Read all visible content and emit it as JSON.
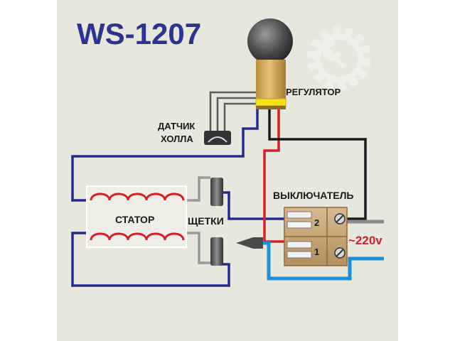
{
  "title": "WS-1207",
  "labels": {
    "regulator": "РЕГУЛЯТОР",
    "hall_sensor_line1": "ДАТЧИК",
    "hall_sensor_line2": "ХОЛЛА",
    "switch": "ВЫКЛЮЧАТЕЛЬ",
    "stator": "СТАТОР",
    "brushes": "ЩЕТКИ",
    "voltage": "~220v",
    "terminal_2": "2",
    "terminal_1": "1"
  },
  "colors": {
    "background": "#e7e7de",
    "title": "#2a3590",
    "wire_blue_dark": "#232c8a",
    "wire_red": "#d41f26",
    "wire_black": "#1a1a1a",
    "wire_light_blue": "#1e90d8",
    "wire_gray": "#8a8a8a",
    "coil": "#d41f26",
    "regulator_body": "#cfa85a",
    "regulator_band": "#f5e31a",
    "switch_body": "#c7a77b",
    "voltage": "#d41f26"
  },
  "icons": {
    "watermark": "gear-wrench-watermark-icon",
    "knob": "regulator-knob-icon",
    "hall_sensor": "hall-sensor-icon",
    "brush": "carbon-brush-icon",
    "screw": "screw-terminal-icon"
  }
}
